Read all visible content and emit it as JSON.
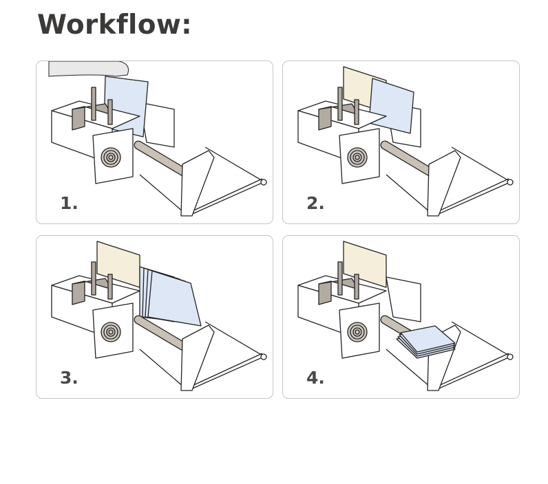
{
  "title": "Workflow:",
  "steps": [
    {
      "label": "1.",
      "stage": "insert-paper"
    },
    {
      "label": "2.",
      "stage": "clamp-paper"
    },
    {
      "label": "3.",
      "stage": "feed-paper"
    },
    {
      "label": "4.",
      "stage": "collect-paper"
    }
  ],
  "colors": {
    "paper": "#dde7f5",
    "plate": "#f4eedb",
    "roller": "#c9c0b6",
    "guide": "#b3aba2",
    "hand": "#e9e9e9",
    "outline": "#222222"
  }
}
